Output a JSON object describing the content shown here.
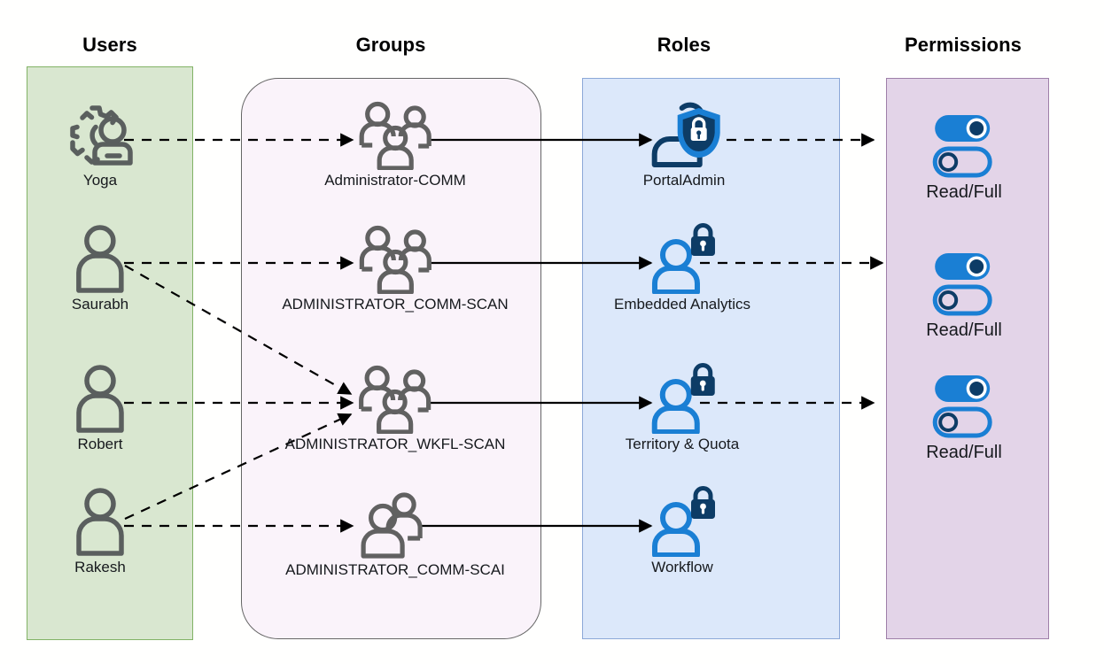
{
  "diagram": {
    "title": "Users Groups Roles Permissions access flow",
    "columns": [
      {
        "id": "users",
        "label": "Users",
        "fill": "#d9e7d0",
        "stroke": "#82b366"
      },
      {
        "id": "groups",
        "label": "Groups",
        "fill": "#faf3fa",
        "stroke": "#666666"
      },
      {
        "id": "roles",
        "label": "Roles",
        "fill": "#dce8fa",
        "stroke": "#8ca8d8"
      },
      {
        "id": "permissions",
        "label": "Permissions",
        "fill": "#e3d4e8",
        "stroke": "#9e7fa8"
      }
    ],
    "users": [
      {
        "id": "yoga",
        "label": "Yoga",
        "icon": "gear-user-icon"
      },
      {
        "id": "saurabh",
        "label": "Saurabh",
        "icon": "user-icon"
      },
      {
        "id": "robert",
        "label": "Robert",
        "icon": "user-icon"
      },
      {
        "id": "rakesh",
        "label": "Rakesh",
        "icon": "user-icon"
      }
    ],
    "groups": [
      {
        "id": "admin-comm",
        "label": "Administrator-COMM",
        "icon": "group-three-users-icon"
      },
      {
        "id": "admin-comm-scan",
        "label": "ADMINISTRATOR_COMM-SCAN",
        "icon": "group-three-users-icon"
      },
      {
        "id": "admin-wkfl-scan",
        "label": "ADMINISTRATOR_WKFL-SCAN",
        "icon": "group-three-users-icon"
      },
      {
        "id": "admin-comm-scai",
        "label": "ADMINISTRATOR_COMM-SCAI",
        "icon": "group-two-users-icon"
      }
    ],
    "roles": [
      {
        "id": "portaladmin",
        "label": "PortalAdmin",
        "icon": "user-shield-lock-icon"
      },
      {
        "id": "embedded-analytics",
        "label": "Embedded Analytics",
        "icon": "user-lock-icon"
      },
      {
        "id": "territory-quota",
        "label": "Territory & Quota",
        "icon": "user-lock-icon"
      },
      {
        "id": "workflow",
        "label": "Workflow",
        "icon": "user-lock-icon"
      }
    ],
    "permissions": [
      {
        "id": "perm-1",
        "label": "Read/Full",
        "icon": "toggle-pair-icon",
        "toggle_on": true,
        "toggle_off": true
      },
      {
        "id": "perm-2",
        "label": "Read/Full",
        "icon": "toggle-pair-icon",
        "toggle_on": true,
        "toggle_off": true
      },
      {
        "id": "perm-3",
        "label": "Read/Full",
        "icon": "toggle-pair-icon",
        "toggle_on": true,
        "toggle_off": true
      }
    ],
    "edges": [
      {
        "from": "yoga",
        "to": "admin-comm",
        "style": "dashed"
      },
      {
        "from": "saurabh",
        "to": "admin-comm-scan",
        "style": "dashed"
      },
      {
        "from": "saurabh",
        "to": "admin-wkfl-scan",
        "style": "dashed"
      },
      {
        "from": "robert",
        "to": "admin-wkfl-scan",
        "style": "dashed"
      },
      {
        "from": "rakesh",
        "to": "admin-wkfl-scan",
        "style": "dashed"
      },
      {
        "from": "rakesh",
        "to": "admin-comm-scai",
        "style": "dashed"
      },
      {
        "from": "admin-comm",
        "to": "portaladmin",
        "style": "solid"
      },
      {
        "from": "admin-comm-scan",
        "to": "embedded-analytics",
        "style": "solid"
      },
      {
        "from": "admin-wkfl-scan",
        "to": "territory-quota",
        "style": "solid"
      },
      {
        "from": "admin-comm-scai",
        "to": "workflow",
        "style": "solid"
      },
      {
        "from": "portaladmin",
        "to": "perm-1",
        "style": "dashed"
      },
      {
        "from": "embedded-analytics",
        "to": "perm-2",
        "style": "dashed"
      },
      {
        "from": "territory-quota",
        "to": "perm-3",
        "style": "dashed"
      }
    ],
    "colors": {
      "user_icon": "#5a5f5e",
      "group_icon": "#616161",
      "role_icon_light": "#1b7ad6",
      "role_icon_dark": "#0d3c66",
      "toggle_blue": "#1a7fd4",
      "edge": "#000000"
    }
  }
}
